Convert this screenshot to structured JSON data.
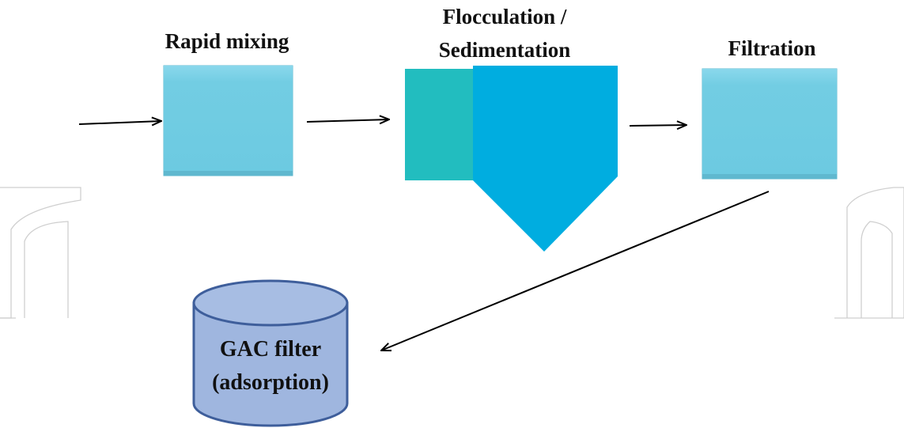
{
  "diagram": {
    "stages": {
      "rapid_mixing": {
        "label": "Rapid mixing"
      },
      "flocculation_sedimentation": {
        "label_line1": "Flocculation /",
        "label_line2": "Sedimentation"
      },
      "filtration": {
        "label": "Filtration"
      },
      "gac_filter": {
        "label_line1": "GAC filter",
        "label_line2": "(adsorption)"
      }
    }
  },
  "colors": {
    "box_fill": "#72cde3",
    "box_top": "#8ad8ec",
    "flocculation_tank": "#22bdbf",
    "sedimentation_tank": "#00ade0",
    "gac_body": "#9fb6df",
    "gac_outline": "#3e5e9b",
    "arrow": "#000000",
    "watermark": "#cfcfcf"
  }
}
